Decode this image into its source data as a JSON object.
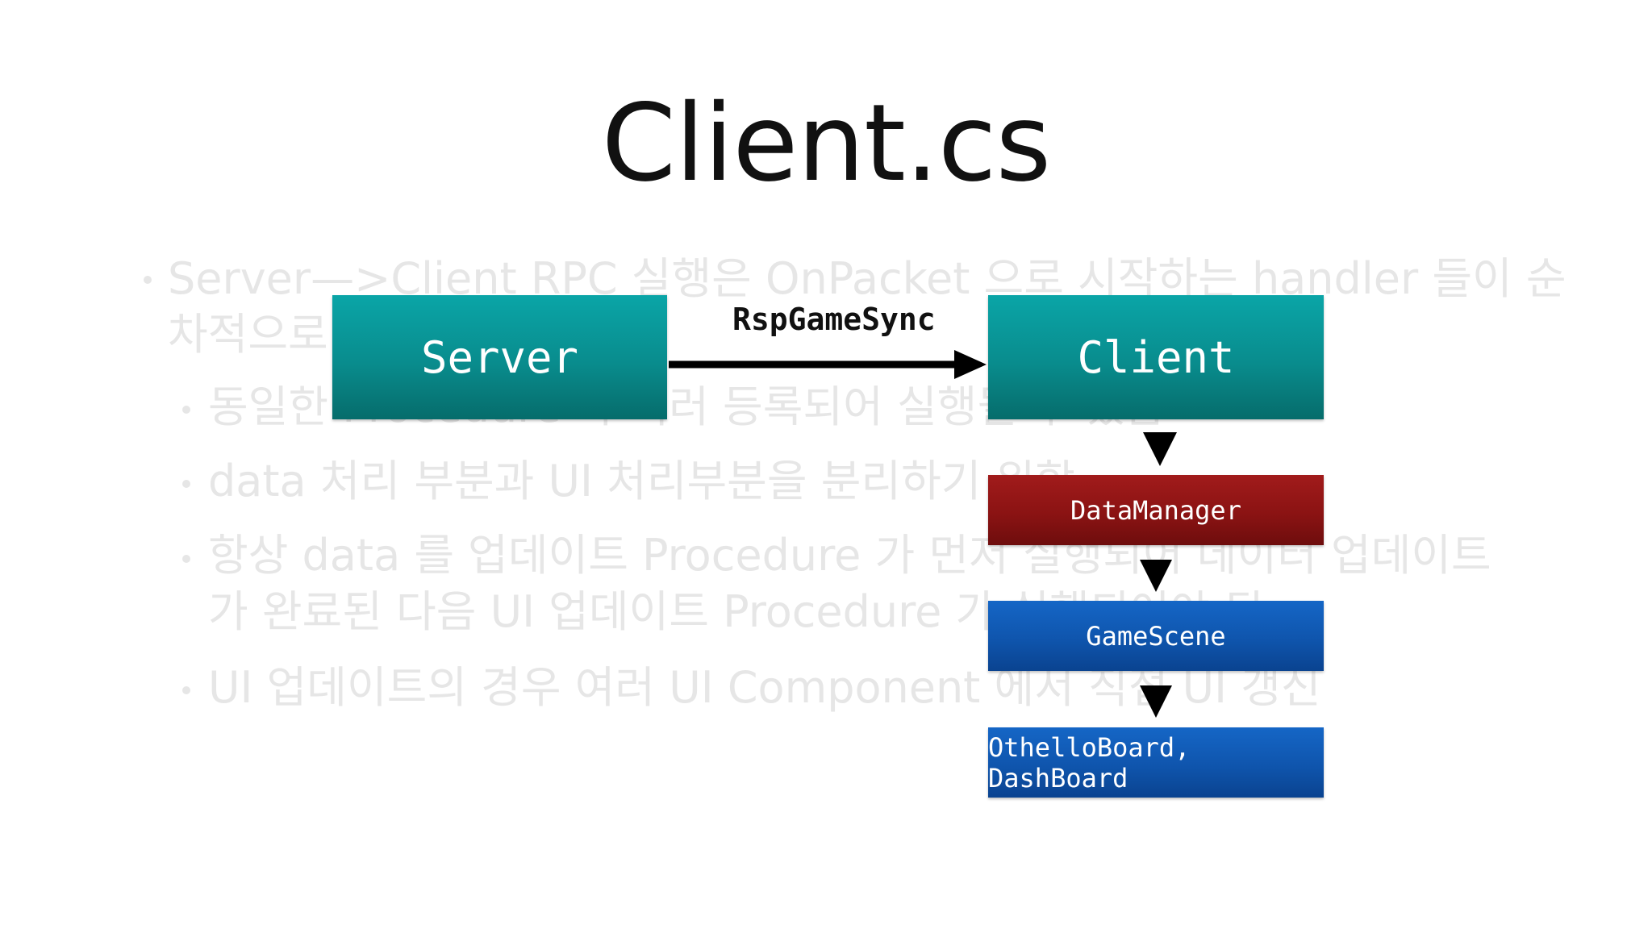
{
  "slide": {
    "title": "Client.cs"
  },
  "background_bullets": [
    "Server—>Client RPC 실행은 OnPacket 으로 시작하는 handler 들이 순",
    "차적으로",
    "동일한 Procedure 가 여러 등록되어 실행될 수 있음",
    "data 처리 부분과 UI 처리부분을 분리하기 위함",
    "항상 data 를 업데이트 Procedure 가 먼저 실행되어 데이터 업데이트",
    "가 완료된 다음 UI 업데이트 Procedure 가 실행되어야 됨",
    "UI 업데이트의 경우 여러 UI Component 에서 직접 UI 갱신"
  ],
  "diagram": {
    "nodes": {
      "server": "Server",
      "client": "Client",
      "data_manager": "DataManager",
      "game_scene": "GameScene",
      "views": "OthelloBoard, DashBoard"
    },
    "edges": {
      "server_to_client_label": "RspGameSync"
    },
    "colors": {
      "teal": "#098c8d",
      "red": "#8b1313",
      "blue": "#0f55ad",
      "arrow": "#000000"
    }
  }
}
